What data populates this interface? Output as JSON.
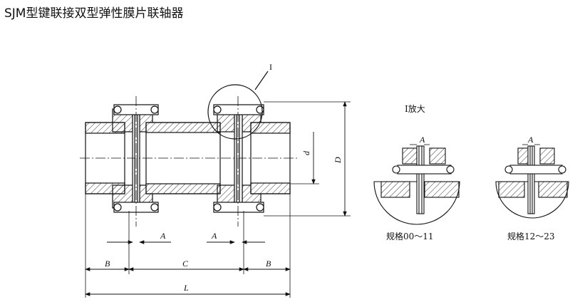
{
  "title": "SJM型键联接双型弹性膜片联轴器",
  "labels": {
    "detail_mark": "I",
    "detail_title": "I放大",
    "d": "d",
    "D": "D",
    "A": "A",
    "B": "B",
    "C": "C",
    "L": "L",
    "spec_small": "规格00～11",
    "spec_large": "规格12～23"
  }
}
